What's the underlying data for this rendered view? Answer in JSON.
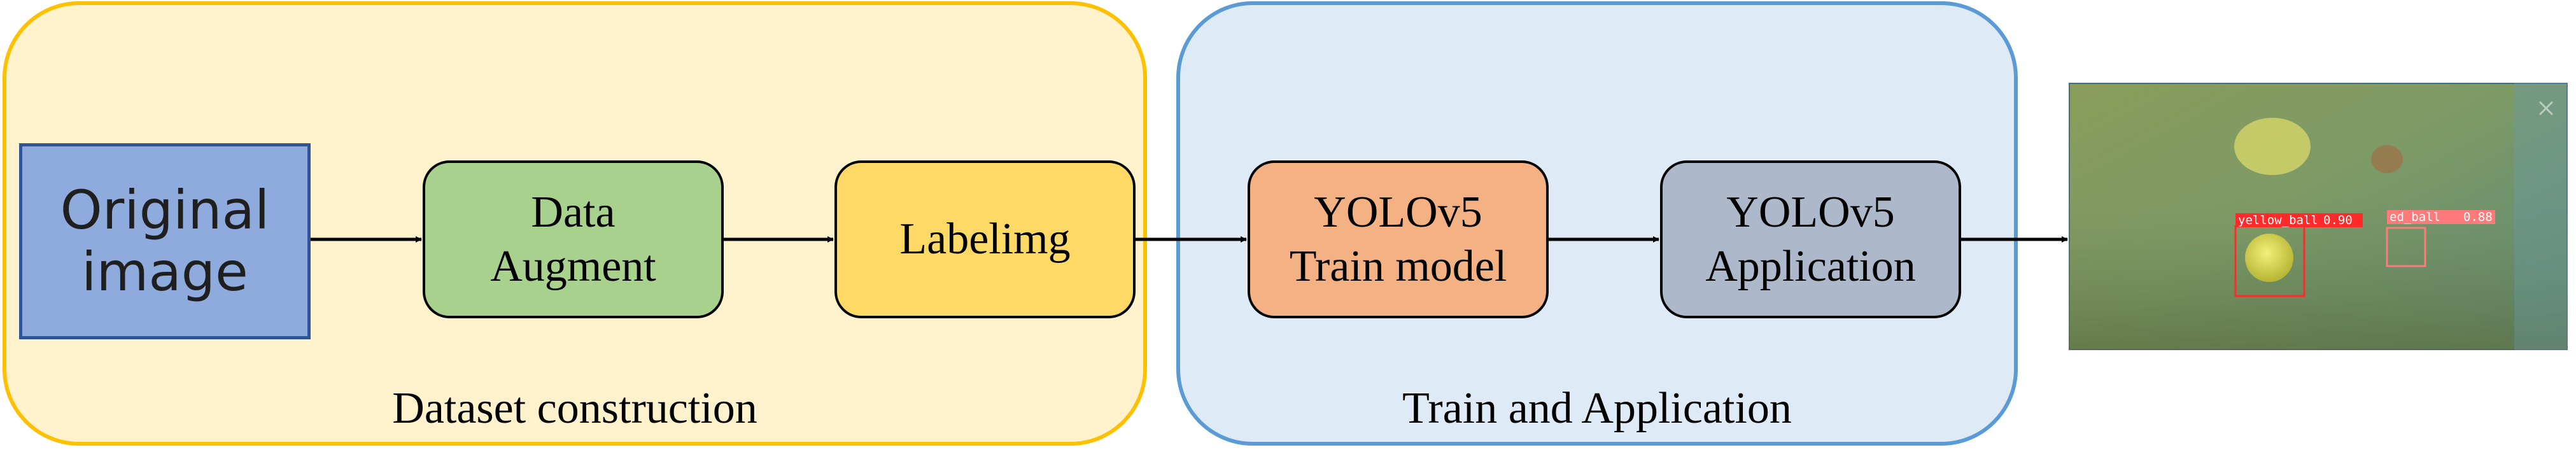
{
  "diagram": {
    "groups": [
      {
        "id": "dataset",
        "label": "Dataset construction"
      },
      {
        "id": "train",
        "label": "Train and Application"
      }
    ],
    "nodes": [
      {
        "id": "original",
        "label": "Original\nimage"
      },
      {
        "id": "augment",
        "label": "Data\nAugment"
      },
      {
        "id": "labelimg",
        "label": "Labelimg"
      },
      {
        "id": "train_model",
        "label": "YOLOv5\nTrain model"
      },
      {
        "id": "application",
        "label": "YOLOv5\nApplication"
      }
    ],
    "edges": [
      {
        "from": "original",
        "to": "augment"
      },
      {
        "from": "augment",
        "to": "labelimg"
      },
      {
        "from": "labelimg",
        "to": "train_model"
      },
      {
        "from": "train_model",
        "to": "application"
      },
      {
        "from": "application",
        "to": "result_image"
      }
    ],
    "result_image": {
      "description_icon": "detection-result-image",
      "detections": [
        {
          "label": "yellow_ball",
          "score": "0.90"
        },
        {
          "label": "ed_ball",
          "score": "0.88"
        }
      ]
    }
  },
  "colors": {
    "dataset_fill": "#fff2cc",
    "dataset_border": "#ffc000",
    "train_fill": "#deebf7",
    "train_border": "#5b9bd5",
    "original_fill": "#8faadc",
    "augment_fill": "#a9d18e",
    "labelimg_fill": "#ffd966",
    "train_model_fill": "#f4b183",
    "application_fill": "#adb9ca",
    "detection_box": "#ff3b3b"
  }
}
